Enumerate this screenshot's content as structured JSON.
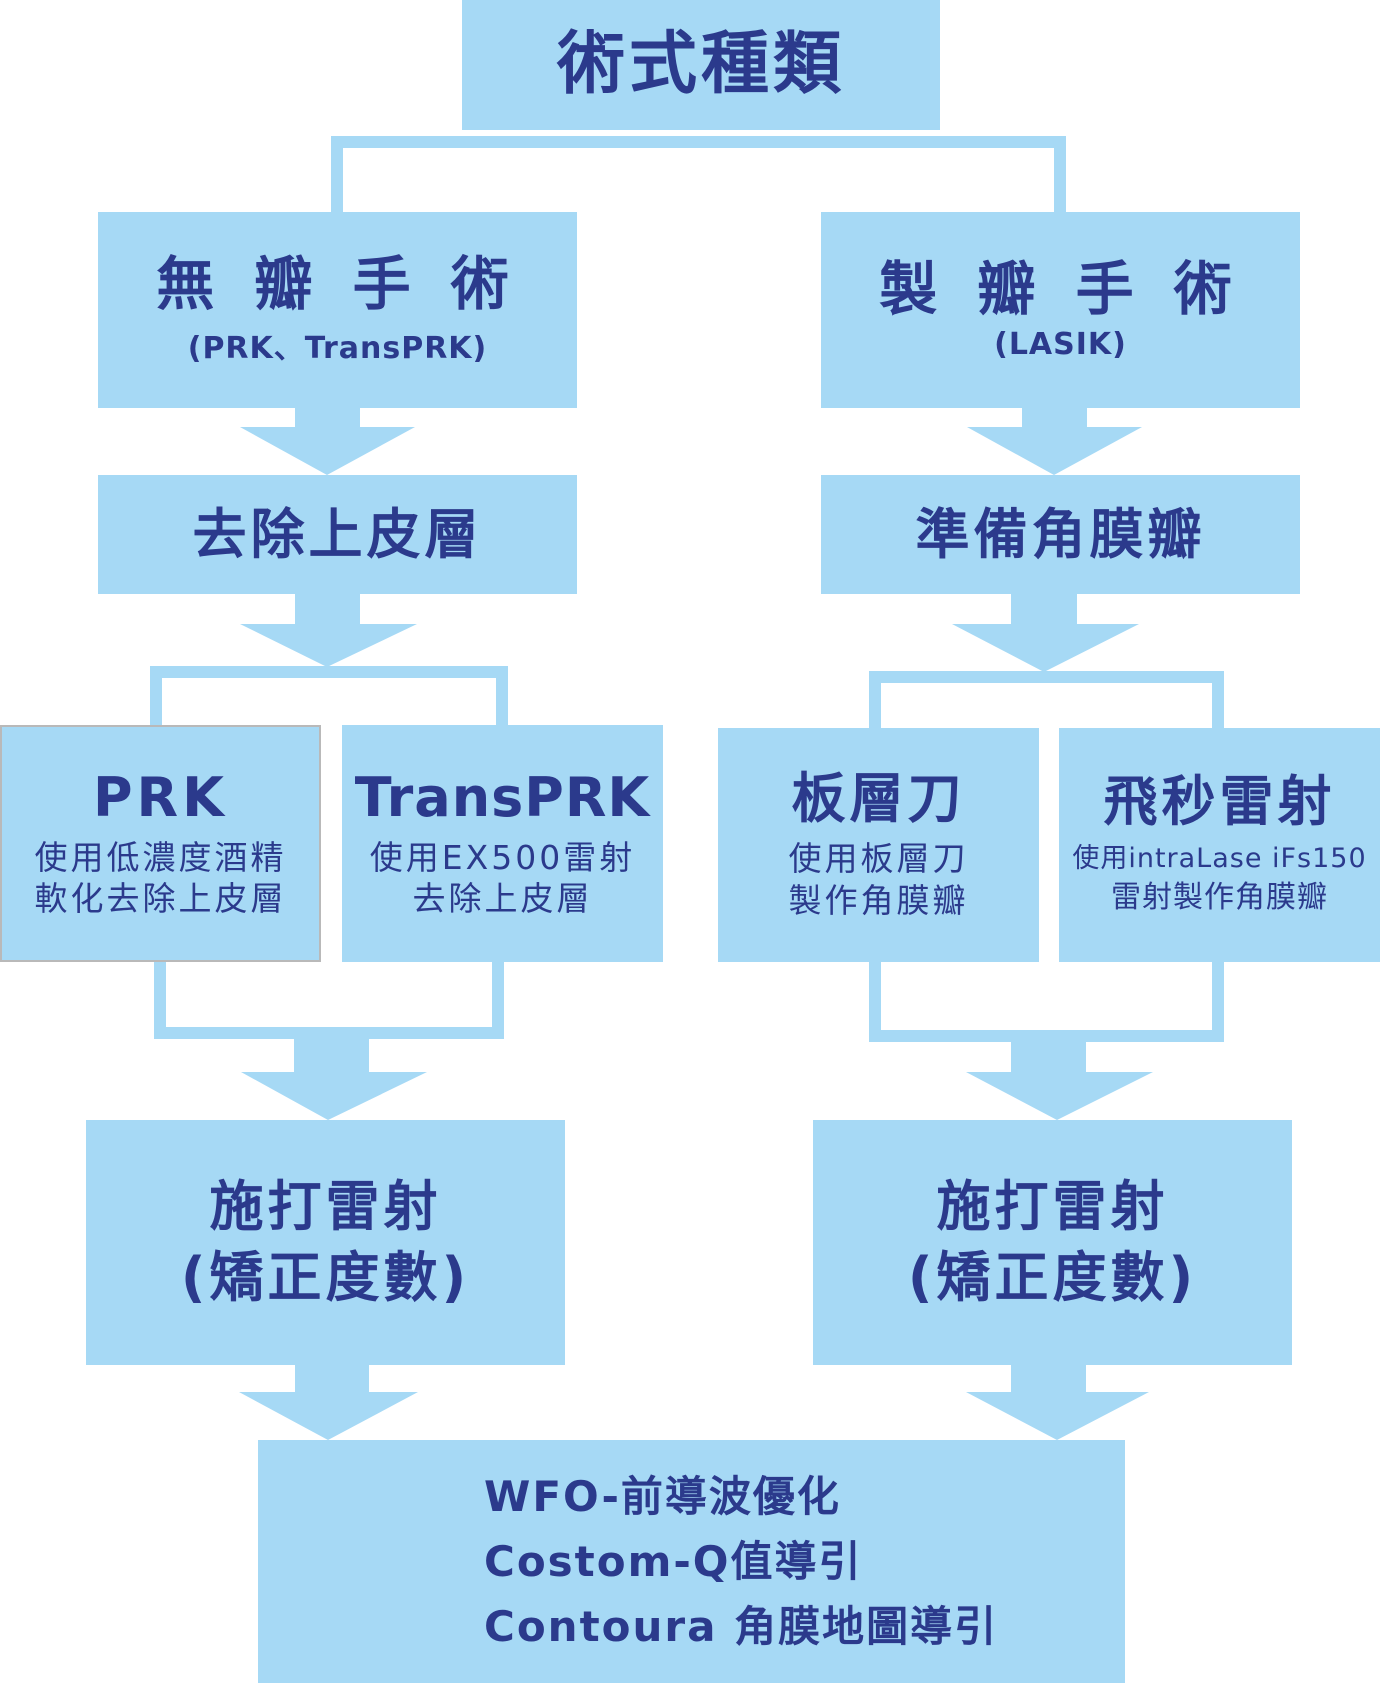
{
  "root": {
    "title": "術式種類"
  },
  "left": {
    "category": {
      "title": "無 瓣 手 術",
      "subtitle": "(PRK、TransPRK)"
    },
    "step": {
      "title": "去除上皮層"
    },
    "option_a": {
      "title": "PRK",
      "desc_line1": "使用低濃度酒精",
      "desc_line2": "軟化去除上皮層"
    },
    "option_b": {
      "title": "TransPRK",
      "desc_line1": "使用EX500雷射",
      "desc_line2": "去除上皮層"
    },
    "laser": {
      "line1": "施打雷射",
      "line2": "(矯正度數)"
    }
  },
  "right": {
    "category": {
      "title": "製 瓣 手 術",
      "subtitle": "(LASIK)"
    },
    "step": {
      "title": "準備角膜瓣"
    },
    "option_a": {
      "title": "板層刀",
      "desc_line1": "使用板層刀",
      "desc_line2": "製作角膜瓣"
    },
    "option_b": {
      "title": "飛秒雷射",
      "desc_line1": "使用intraLase iFs150",
      "desc_line2": "雷射製作角膜瓣"
    },
    "laser": {
      "line1": "施打雷射",
      "line2": "(矯正度數)"
    }
  },
  "final": {
    "items": [
      "WFO-前導波優化",
      "Costom-Q值導引",
      "Contoura 角膜地圖導引"
    ]
  },
  "colors": {
    "box_fill": "#a6d9f5",
    "text": "#2b3a8c",
    "background": "#ffffff"
  }
}
